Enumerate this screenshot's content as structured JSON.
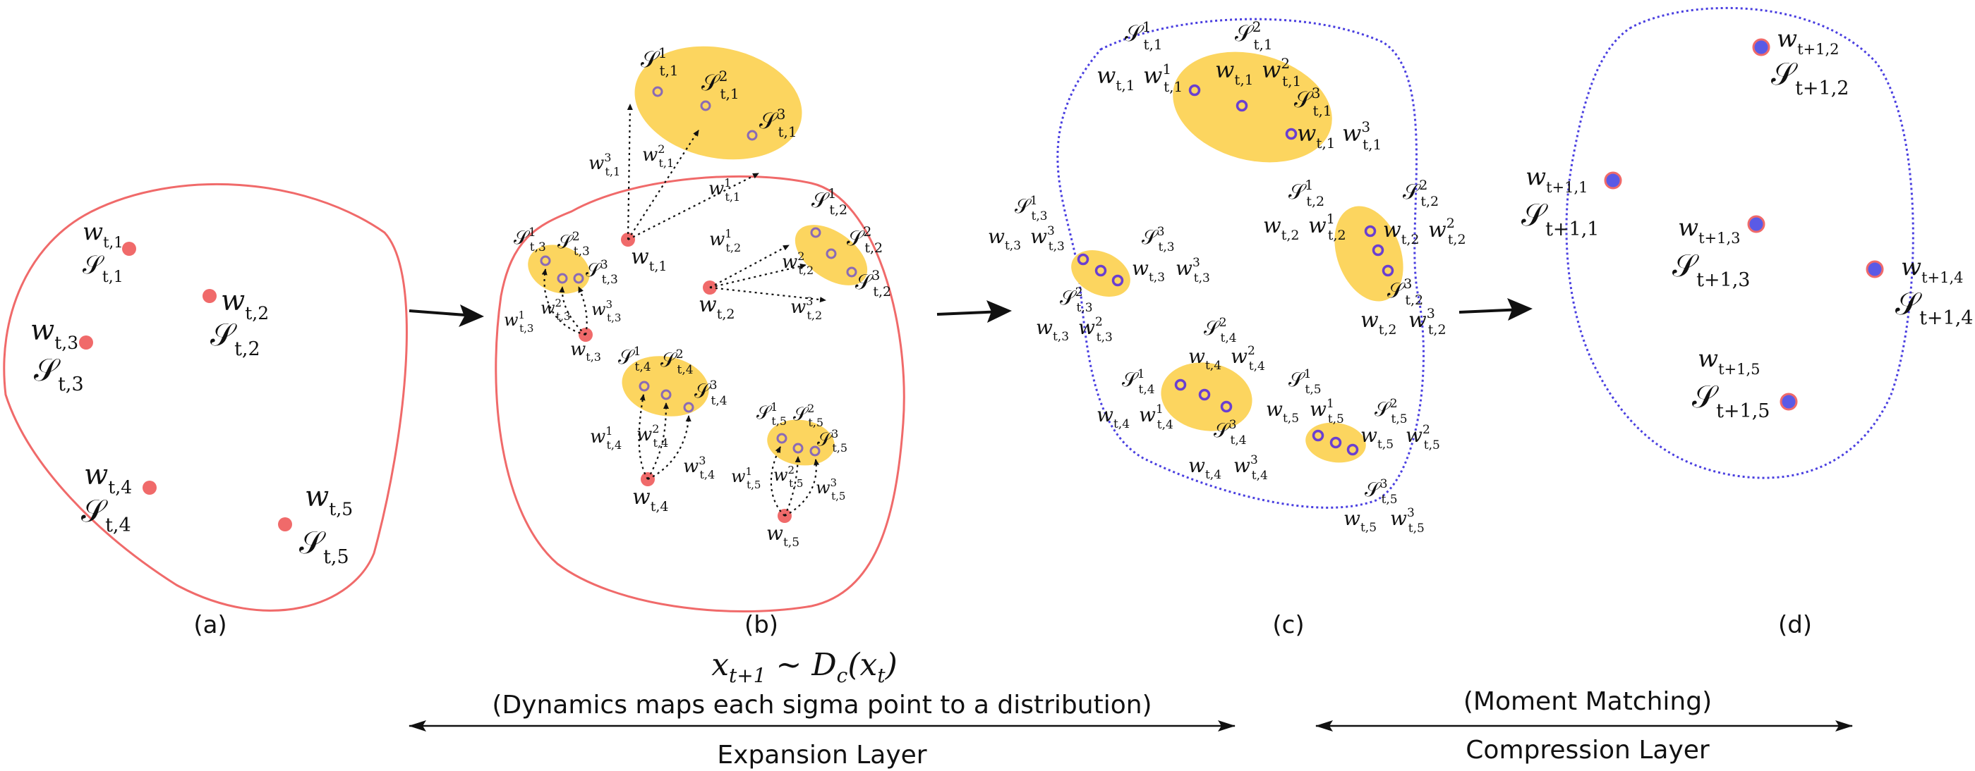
{
  "panels": {
    "a": "(a)",
    "b": "(b)",
    "c": "(c)",
    "d": "(d)"
  },
  "equation": "x_{t+1} ~ D_c(x_t)",
  "expansion": {
    "note": "(Dynamics maps each sigma point to a distribution)",
    "title": "Expansion Layer"
  },
  "compression": {
    "note": "(Moment Matching)",
    "title": "Compression Layer"
  },
  "symbols": {
    "sigma": "𝒮",
    "weight": "w"
  },
  "indices": {
    "t1": "t,1",
    "t2": "t,2",
    "t3": "t,3",
    "t4": "t,4",
    "t5": "t,5",
    "n1": "t+1,1",
    "n2": "t+1,2",
    "n3": "t+1,3",
    "n4": "t+1,4",
    "n5": "t+1,5"
  },
  "sup": {
    "s1": "1",
    "s2": "2",
    "s3": "3"
  },
  "colors": {
    "red": "#f06a6a",
    "yellow": "#fcd55f",
    "purple": "#6a3fd0",
    "blue_dotted": "#4a3fe0",
    "black": "#111111"
  }
}
